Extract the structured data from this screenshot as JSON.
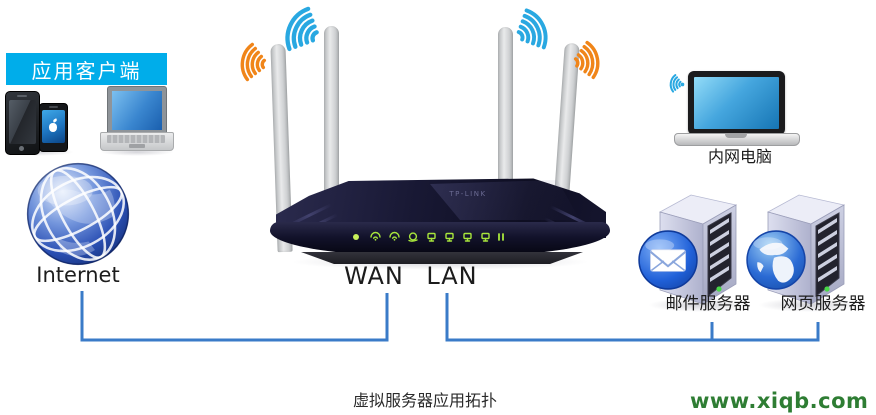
{
  "page": {
    "caption": "虚拟服务器应用拓扑",
    "watermark": "www.xiqb.com"
  },
  "client_group": {
    "banner_label": "应用客户端",
    "banner_color": "#00ADEA",
    "devices": [
      "smartphone",
      "smartphone-apple",
      "laptop"
    ]
  },
  "internet": {
    "label": "Internet"
  },
  "router": {
    "brand": "TP-LINK",
    "wan_label": "WAN",
    "lan_label": "LAN",
    "leds": [
      "power",
      "wifi-2g",
      "wifi-5g",
      "internet",
      "lan1",
      "lan2",
      "lan3",
      "lan4",
      "usb"
    ],
    "antennas": 4
  },
  "intranet_pc": {
    "label": "内网电脑"
  },
  "servers": {
    "mail": {
      "label": "邮件服务器"
    },
    "web": {
      "label": "网页服务器"
    }
  },
  "colors": {
    "wifi_blue": "#29A8E1",
    "wifi_orange": "#F08519",
    "connector_blue": "#3A7BC8",
    "led_green": "#A8E63C",
    "watermark_green": "#2E7D33",
    "banner_cyan": "#00ADEA"
  }
}
